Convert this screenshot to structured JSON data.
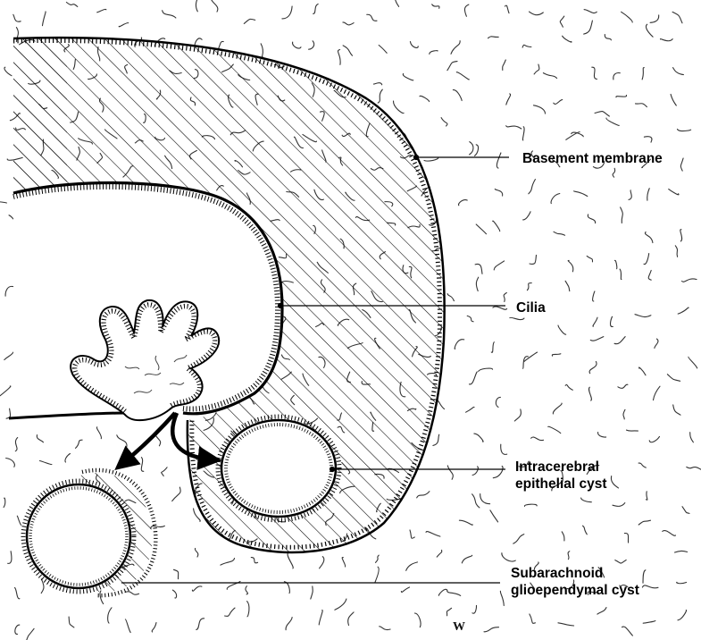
{
  "labels": {
    "basement_membrane": "Basement membrane",
    "cilia": "Cilia",
    "intracerebral_line1": "Intracerebral",
    "intracerebral_line2": "epithelial cyst",
    "subarachnoid_line1": "Subarachnoid",
    "subarachnoid_line2": "glioependymal cyst"
  },
  "artist_mark": "W",
  "colors": {
    "ink": "#000000",
    "paper": "#ffffff",
    "texture": "#333333"
  }
}
